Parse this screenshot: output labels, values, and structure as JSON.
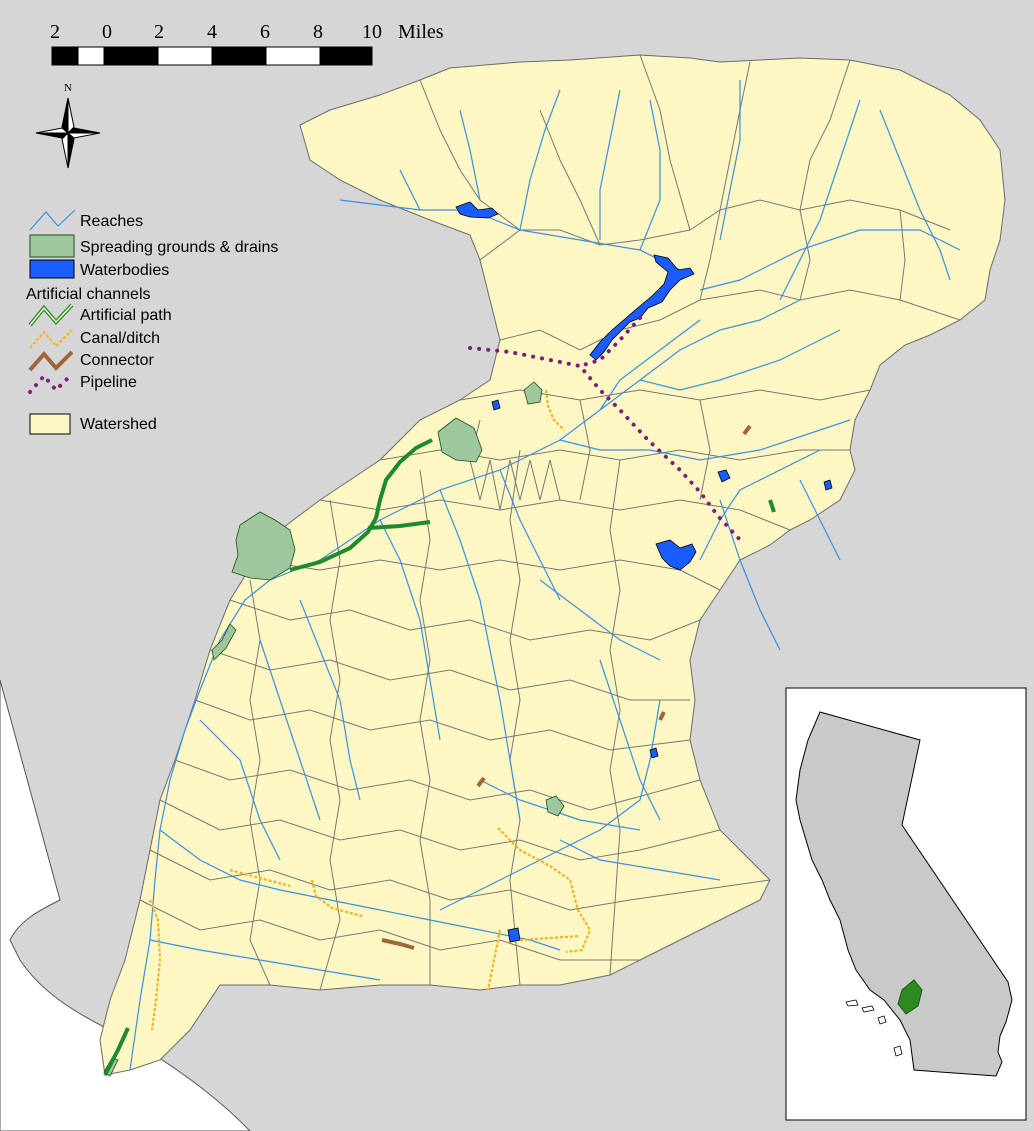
{
  "scale_bar": {
    "ticks": [
      "2",
      "0",
      "2",
      "4",
      "6",
      "8",
      "10"
    ],
    "unit": "Miles"
  },
  "north_arrow": {
    "label": "N"
  },
  "legend": {
    "reaches": "Reaches",
    "spreading": "Spreading grounds & drains",
    "waterbodies": "Waterbodies",
    "artificial_heading": "Artificial channels",
    "artificial_path": "Artificial path",
    "canal": "Canal/ditch",
    "connector": "Connector",
    "pipeline": "Pipeline",
    "watershed": "Watershed"
  },
  "colors": {
    "background": "#d6d6d6",
    "watershed": "#fdf7c4",
    "reach": "#3d8fe0",
    "waterbody": "#1a5cff",
    "spreading": "#9dc79d",
    "artificial_path": "#1e8a2c",
    "canal": "#f5b11f",
    "connector": "#a0663a",
    "pipeline": "#7a1f7a",
    "inset_highlight": "#2d8a22"
  }
}
